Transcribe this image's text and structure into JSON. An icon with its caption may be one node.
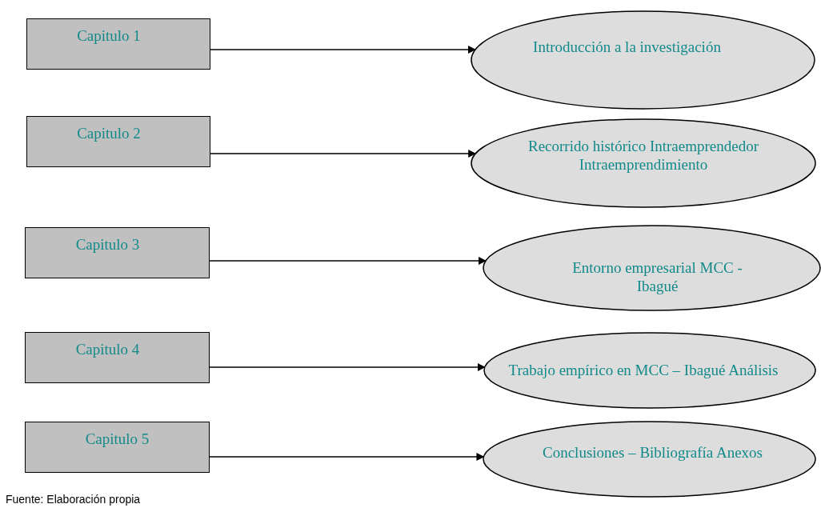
{
  "diagram": {
    "caption": "Fuente: Elaboración propia",
    "nodes": [
      {
        "text": [
          "Capitulo 1"
        ]
      },
      {
        "text": [
          "Capitulo 2"
        ]
      },
      {
        "text": [
          "Capitulo 3"
        ]
      },
      {
        "text": [
          "Capitulo 4"
        ]
      },
      {
        "text": [
          "Capitulo 5"
        ]
      },
      {
        "text": [
          "Introducción a la investigación"
        ]
      },
      {
        "text": [
          "Recorrido histórico Intraemprendedor Intraemprendimiento"
        ]
      },
      {
        "text": [
          "Entorno empresarial MCC - Ibagué"
        ]
      },
      {
        "text": [
          "Trabajo empírico en MCC – Ibagué Análisis"
        ]
      },
      {
        "text": [
          "Conclusiones – Bibliografía Anexos"
        ]
      }
    ],
    "edges": [
      {
        "from": 0,
        "to": 5,
        "arrow": "to"
      },
      {
        "from": 1,
        "to": 6,
        "arrow": "to"
      },
      {
        "from": 2,
        "to": 7,
        "arrow": "to"
      },
      {
        "from": 3,
        "to": 8,
        "arrow": "to"
      },
      {
        "from": 4,
        "to": 9,
        "arrow": "to"
      }
    ]
  }
}
